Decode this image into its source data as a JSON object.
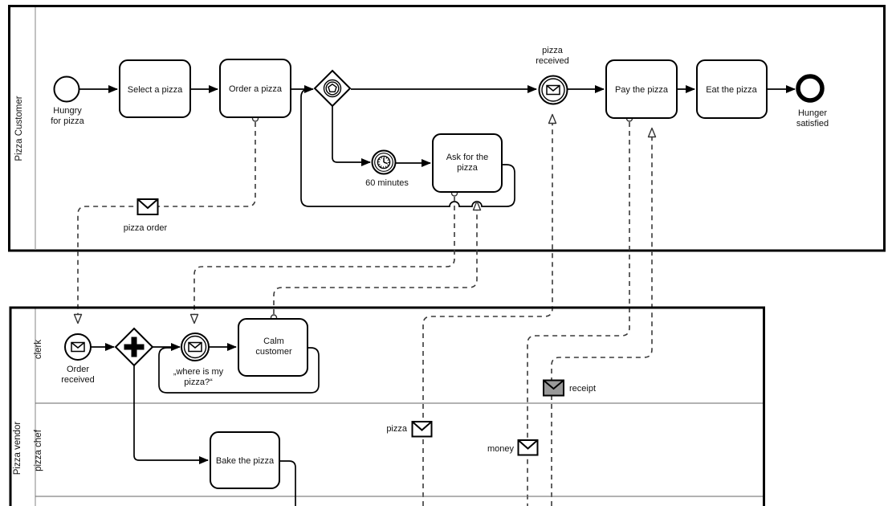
{
  "diagram_type": "BPMN collaboration diagram",
  "colors": {
    "background": "#ffffff",
    "shape_stroke": "#000000",
    "message_flow": "#3a3a3a",
    "lane_line": "#666666",
    "band_divider": "#9a9a9a",
    "receipt_envelope_fill": "#999999",
    "envelope_fill": "#ffffff"
  },
  "pools": [
    {
      "name": "Pizza Customer",
      "lanes": [],
      "nodes": {
        "start_event": [
          "Hungry",
          "for pizza"
        ],
        "task_select": "Select a pizza",
        "task_order": "Order a pizza",
        "timer_label": "60 minutes",
        "task_ask": [
          "Ask for the",
          "pizza"
        ],
        "msg_received": [
          "pizza",
          "received"
        ],
        "task_pay": "Pay the pizza",
        "task_eat": "Eat the pizza",
        "end_event": [
          "Hunger",
          "satisfied"
        ]
      }
    },
    {
      "name": "Pizza vendor",
      "lanes": [
        "clerk",
        "pizza chef"
      ],
      "nodes": {
        "start_event": [
          "Order",
          "received"
        ],
        "msg_where": [
          "„where is my",
          "pizza?“"
        ],
        "task_calm": [
          "Calm",
          "customer"
        ],
        "task_bake": "Bake the pizza"
      }
    }
  ],
  "messages": {
    "pizza_order": "pizza order",
    "pizza": "pizza",
    "money": "money",
    "receipt": "receipt"
  }
}
